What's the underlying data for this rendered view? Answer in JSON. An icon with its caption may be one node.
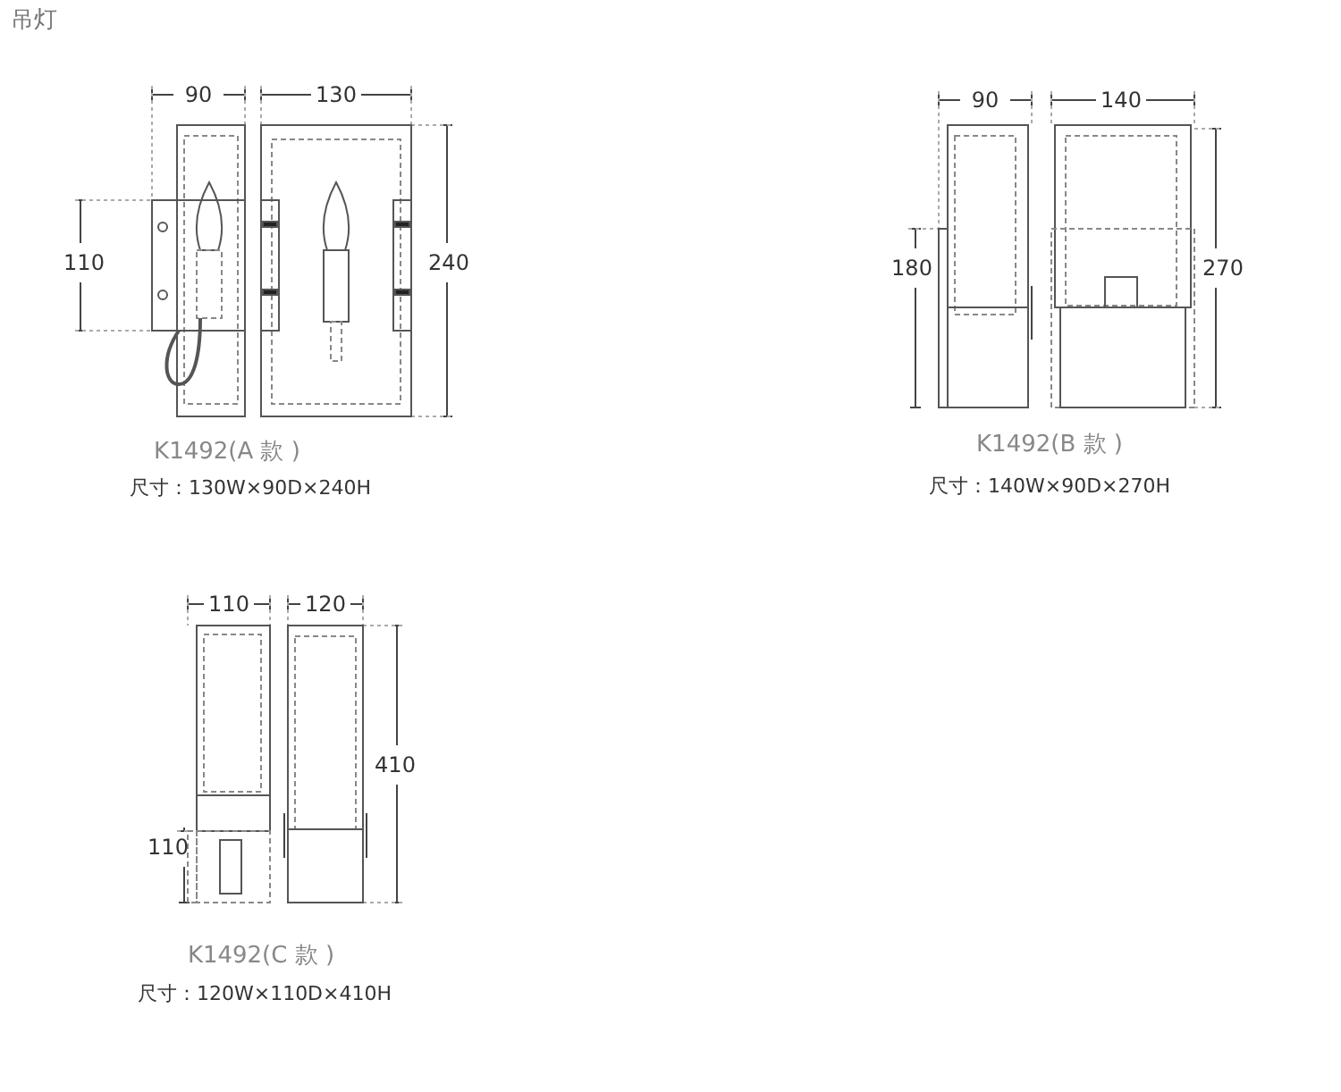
{
  "diagram": {
    "title": "吊灯",
    "labels": [
      "90",
      "130",
      "110",
      "240",
      "K1492(A 款 )",
      "尺寸：130W×90D×240H",
      "90",
      "140",
      "180",
      "270",
      "K1492(B 款 )",
      "尺寸：140W×90D×270H",
      "110",
      "120",
      "110",
      "410",
      "K1492(C 款 )",
      "尺寸：120W×110D×410H"
    ]
  }
}
